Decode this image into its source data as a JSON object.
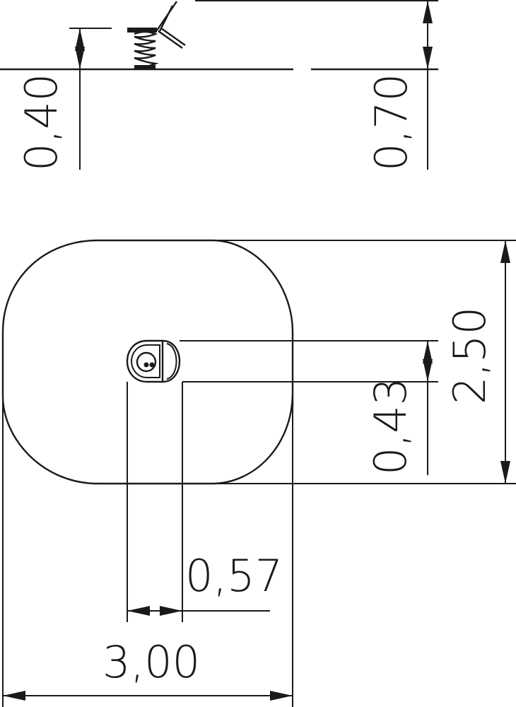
{
  "dimensions": {
    "mount_height": "0,40",
    "total_height": "0,70",
    "depth": "2,50",
    "spring_offset_y": "0,43",
    "spring_offset_x": "0,57",
    "width": "3,00"
  },
  "colors": {
    "line": "#1a1a1a",
    "background": "#ffffff"
  }
}
